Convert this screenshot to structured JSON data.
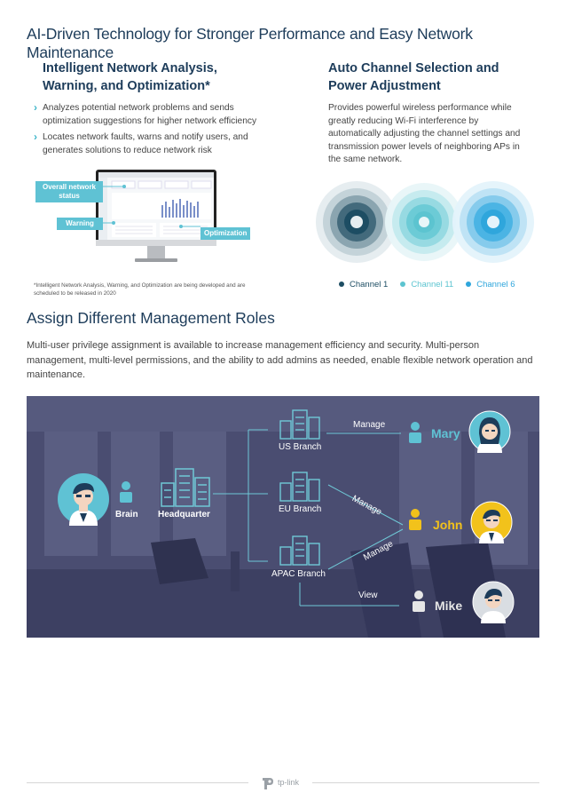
{
  "page_title": "AI-Driven Technology for Stronger Performance and Easy Network Maintenance",
  "left_section": {
    "heading_line1": "Intelligent Network Analysis,",
    "heading_line2": "Warning, and Optimization*",
    "bullets": [
      "Analyzes potential network problems and sends optimization suggestions for higher network efficiency",
      "Locates network faults, warns and notify users, and generates solutions to reduce network risk"
    ],
    "monitor_labels": {
      "status": "Overall network status",
      "warning": "Warning",
      "optimization": "Optimization"
    },
    "footnote": "*Intelligent Network Analysis, Warning, and Optimization are being developed and are scheduled to be released in 2020"
  },
  "right_section": {
    "heading_line1": "Auto Channel Selection and",
    "heading_line2": "Power Adjustment",
    "description": "Provides powerful wireless performance while greatly reducing Wi-Fi interference by automatically adjusting the channel settings and transmission power levels of neighboring APs in the same network.",
    "legend": [
      {
        "label": "Channel 1",
        "color": "#1d4d63"
      },
      {
        "label": "Channel 11",
        "color": "#5cc4d0"
      },
      {
        "label": "Channel 6",
        "color": "#2fa6dc"
      }
    ]
  },
  "roles_section": {
    "heading": "Assign Different Management Roles",
    "description": "Multi-user privilege assignment is available to increase management efficiency and security. Multi-person management, multi-level permissions, and the ability to add admins as needed, enable flexible network operation and maintenance.",
    "left_person": "Brain",
    "headquarter": "Headquarter",
    "branches": [
      "US Branch",
      "EU Branch",
      "APAC Branch"
    ],
    "actions": [
      "Manage",
      "Manage",
      "Manage",
      "View"
    ],
    "users": [
      "Mary",
      "John",
      "Mike"
    ]
  },
  "footer": {
    "logo_text": "tp-link"
  },
  "colors": {
    "accent": "#5fc2d4",
    "heading": "#1d3c5a",
    "john": "#f2c21b",
    "diagram_bg": "#4a4d71"
  }
}
